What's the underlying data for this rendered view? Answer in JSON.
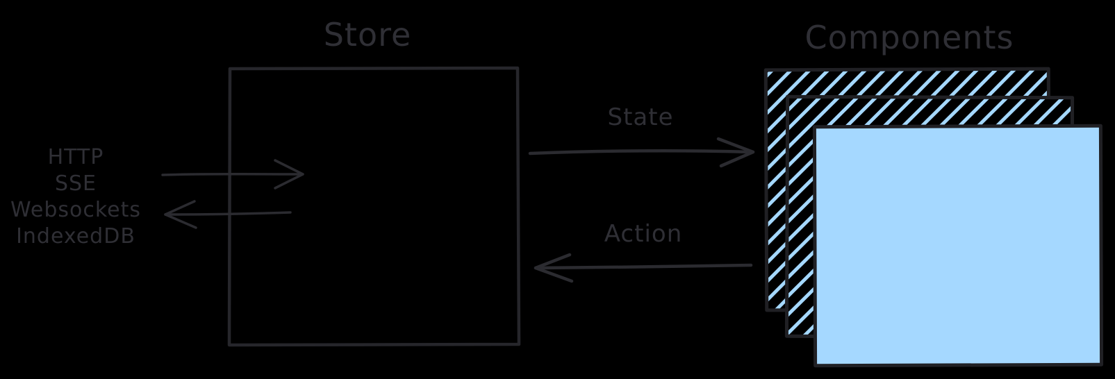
{
  "canvas": {
    "background": "#000000"
  },
  "palette": {
    "stroke": "#26262b",
    "text": "#2f2f35",
    "accent_blue": "#a5d8ff"
  },
  "store": {
    "title": "Store"
  },
  "components": {
    "title": "Components",
    "layers": [
      "back-hatched",
      "middle-hatched",
      "front-solid"
    ]
  },
  "flows": {
    "state_label": "State",
    "action_label": "Action"
  },
  "transports": {
    "lines": [
      "HTTP",
      "SSE",
      "Websockets",
      "IndexedDB"
    ]
  }
}
